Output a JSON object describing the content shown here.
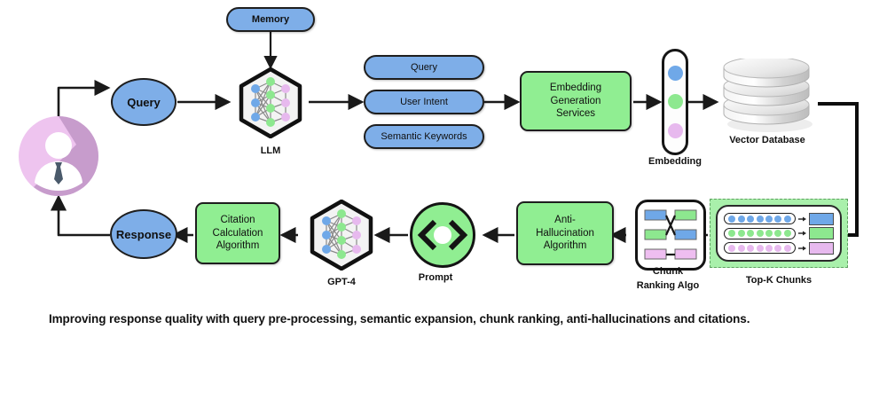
{
  "diagram": {
    "title": "RAG pipeline with query pre-processing and citations",
    "caption": "Improving response quality with query pre-processing, semantic expansion, chunk ranking, anti-hallucinations and citations.",
    "colors": {
      "blue": "#7eaee8",
      "green": "#90ee92",
      "pink": "#eebef0",
      "node_blue": "#6fa8e8",
      "node_green": "#8de88f",
      "node_pink": "#e7b9ee",
      "avatar_bg": "#eec4ef",
      "avatar_shadow": "#b98fc0",
      "outline": "#1e1e1e",
      "topk_panel": "#a9f0ab",
      "topk_border": "#5fa061",
      "db_silver": "#dcdcdc"
    },
    "top_row": {
      "avatar": {
        "label": "user-avatar",
        "icon": "user-person-icon"
      },
      "memory": {
        "label": "Memory",
        "shape": "pill"
      },
      "query": {
        "label": "Query",
        "shape": "circle"
      },
      "llm": {
        "label": "LLM",
        "shape": "hexagon-neural-net"
      },
      "expansion": {
        "items": [
          {
            "label": "Query"
          },
          {
            "label": "User Intent"
          },
          {
            "label": "Semantic Keywords"
          }
        ]
      },
      "embedding_service": {
        "label": "Embedding Generation Services",
        "lines": [
          "Embedding",
          "Generation",
          "Services"
        ]
      },
      "embedding": {
        "label": "Embedding",
        "dots": [
          "blue",
          "green",
          "pink"
        ]
      },
      "vector_db": {
        "label": "Vector Database",
        "disks": 3
      }
    },
    "bottom_row": {
      "topk": {
        "label": "Top-K Chunks",
        "rows": [
          {
            "color": "blue",
            "dots": 7
          },
          {
            "color": "green",
            "dots": 7
          },
          {
            "color": "pink",
            "dots": 7
          }
        ]
      },
      "chunk_ranking": {
        "label": "Chunk Ranking Algo",
        "lines": [
          "Chunk",
          "Ranking Algo"
        ]
      },
      "anti_hallucination": {
        "label": "Anti-Hallucination Algorithm",
        "lines": [
          "Anti-",
          "Hallucination",
          "Algorithm"
        ]
      },
      "prompt": {
        "label": "Prompt",
        "icon": "code-brackets-icon"
      },
      "gpt4": {
        "label": "GPT-4",
        "shape": "hexagon-neural-net"
      },
      "citation": {
        "label": "Citation Calculation Algorithm",
        "lines": [
          "Citation",
          "Calculation",
          "Algorithm"
        ]
      },
      "response": {
        "label": "Response",
        "shape": "circle"
      }
    }
  }
}
